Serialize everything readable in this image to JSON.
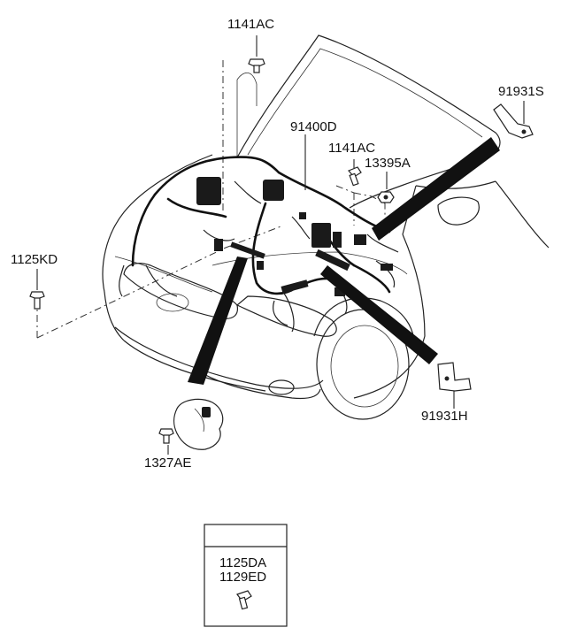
{
  "callouts": {
    "c1141ac_top": "1141AC",
    "c91400d": "91400D",
    "c1141ac_mid": "1141AC",
    "c13395a": "13395A",
    "c91931s": "91931S",
    "c1125kd": "1125KD",
    "c91931h": "91931H",
    "c1327ae": "1327AE"
  },
  "legend_box": {
    "line1": "1125DA",
    "line2": "1129ED"
  },
  "colors": {
    "line": "#222222",
    "harness": "#111111",
    "background": "#ffffff"
  }
}
